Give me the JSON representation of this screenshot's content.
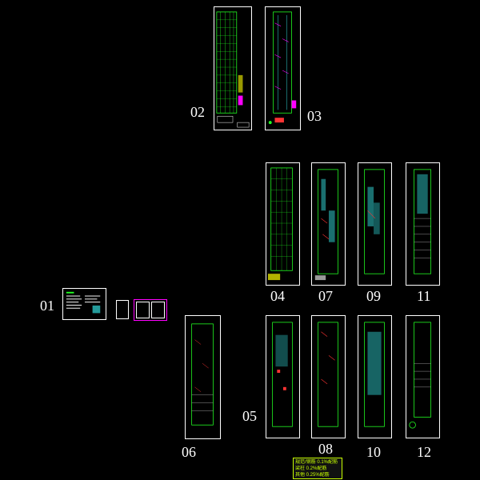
{
  "labels": {
    "s01": "01",
    "s02": "02",
    "s03": "03",
    "s04": "04",
    "s05": "05",
    "s06": "06",
    "s07": "07",
    "s08": "08",
    "s09": "09",
    "s10": "10",
    "s11": "11",
    "s12": "12"
  },
  "legend": {
    "line1": "规范/钢筋 0.1%配筋",
    "line2": "梁柱 0.2%配筋",
    "line3": "其他 0.25%配筋"
  },
  "colors": {
    "background": "#000000",
    "frame": "#ffffff",
    "grid": "#22ff22",
    "accent_cyan": "#33dddd",
    "accent_red": "#ff3333",
    "accent_magenta": "#ff00ff",
    "accent_yellow": "#ffff00",
    "legend_text": "#c8ff00"
  }
}
